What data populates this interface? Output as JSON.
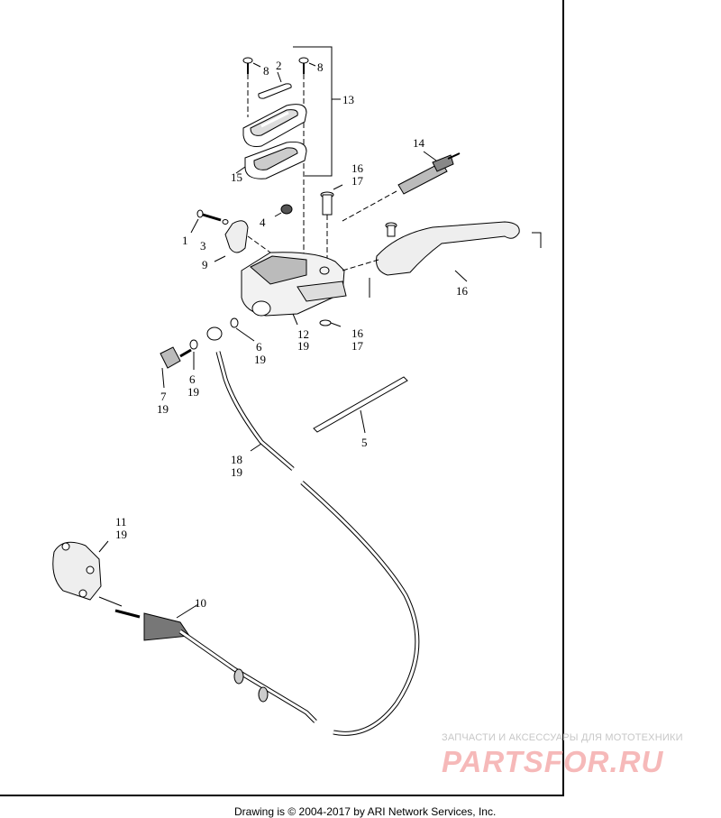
{
  "diagram": {
    "labels": [
      {
        "id": "l8a",
        "text": "8"
      },
      {
        "id": "l2",
        "text": "2"
      },
      {
        "id": "l8b",
        "text": "8"
      },
      {
        "id": "l13",
        "text": "13"
      },
      {
        "id": "l15",
        "text": "15"
      },
      {
        "id": "l14",
        "text": "14"
      },
      {
        "id": "l16a",
        "text": "16"
      },
      {
        "id": "l17a",
        "text": "17"
      },
      {
        "id": "l4",
        "text": "4"
      },
      {
        "id": "l1",
        "text": "1"
      },
      {
        "id": "l3",
        "text": "3"
      },
      {
        "id": "l9",
        "text": "9"
      },
      {
        "id": "l16b",
        "text": "16"
      },
      {
        "id": "l12",
        "text": "12"
      },
      {
        "id": "l19a",
        "text": "19"
      },
      {
        "id": "l16c",
        "text": "16"
      },
      {
        "id": "l17b",
        "text": "17"
      },
      {
        "id": "l6a",
        "text": "6"
      },
      {
        "id": "l19b",
        "text": "19"
      },
      {
        "id": "l6b",
        "text": "6"
      },
      {
        "id": "l19c",
        "text": "19"
      },
      {
        "id": "l7",
        "text": "7"
      },
      {
        "id": "l19d",
        "text": "19"
      },
      {
        "id": "l5",
        "text": "5"
      },
      {
        "id": "l18",
        "text": "18"
      },
      {
        "id": "l19e",
        "text": "19"
      },
      {
        "id": "l11",
        "text": "11"
      },
      {
        "id": "l19f",
        "text": "19"
      },
      {
        "id": "l10",
        "text": "10"
      }
    ],
    "watermark_top": "ЗАПЧАСТИ И АКСЕССУАРЫ ДЛЯ МОТОТЕХНИКИ",
    "watermark_logo": "PARTSFOR.RU",
    "copyright": "Drawing is © 2004-2017 by ARI Network Services, Inc."
  }
}
